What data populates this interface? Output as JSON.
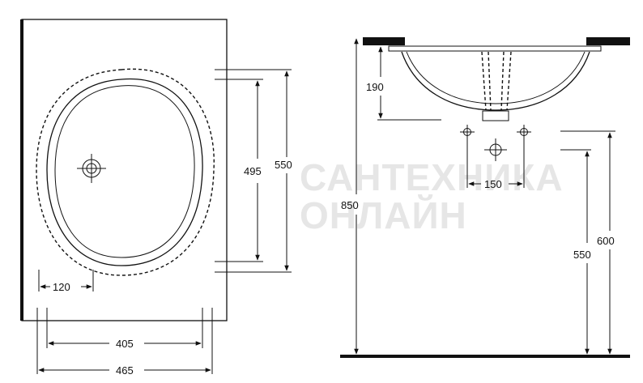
{
  "watermark": {
    "line1": "САНТЕХНИКА",
    "line2": "ОНЛАЙН"
  },
  "dimensions": {
    "left_view": {
      "inner_height": "495",
      "outer_height": "550",
      "drain_offset": "120",
      "inner_width": "405",
      "outer_width": "465"
    },
    "right_view": {
      "depth": "190",
      "total_height": "850",
      "tap_spacing": "150",
      "drain_height": "550",
      "supply_height": "600"
    }
  }
}
